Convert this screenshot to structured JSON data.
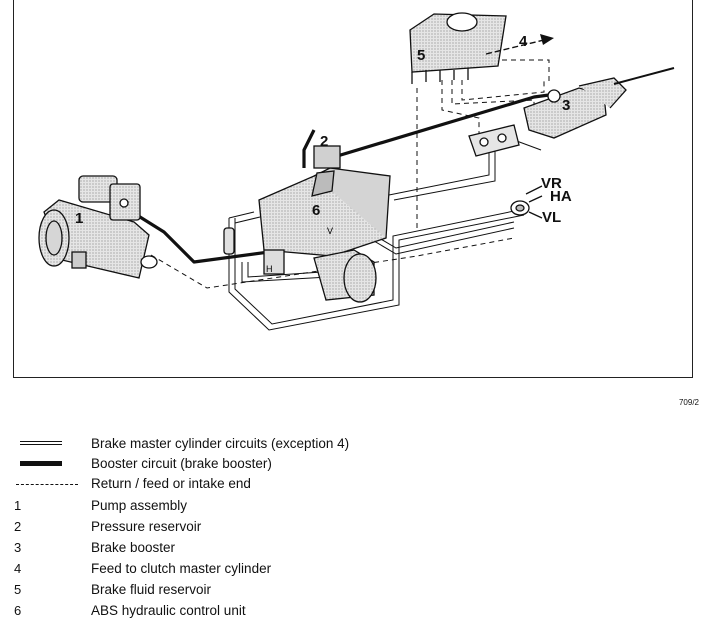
{
  "diagram": {
    "labels": {
      "n1": "1",
      "n2": "2",
      "n3": "3",
      "n4": "4",
      "n5": "5",
      "n6": "6",
      "vr": "VR",
      "ha": "HA",
      "vl": "VL",
      "h": "H",
      "v": "V"
    },
    "figure_code": "709/2"
  },
  "legend": [
    {
      "key": "",
      "symbol": "double-line",
      "text": "Brake master cylinder circuits (exception 4)"
    },
    {
      "key": "",
      "symbol": "thick-line",
      "text": "Booster circuit (brake booster)"
    },
    {
      "key": "",
      "symbol": "dashed-line",
      "text": "Return / feed or intake end"
    },
    {
      "key": "1",
      "symbol": "",
      "text": "Pump assembly"
    },
    {
      "key": "2",
      "symbol": "",
      "text": "Pressure reservoir"
    },
    {
      "key": "3",
      "symbol": "",
      "text": "Brake booster"
    },
    {
      "key": "4",
      "symbol": "",
      "text": "Feed to clutch master cylinder"
    },
    {
      "key": "5",
      "symbol": "",
      "text": "Brake fluid reservoir"
    },
    {
      "key": "6",
      "symbol": "",
      "text": "ABS hydraulic control unit"
    }
  ]
}
